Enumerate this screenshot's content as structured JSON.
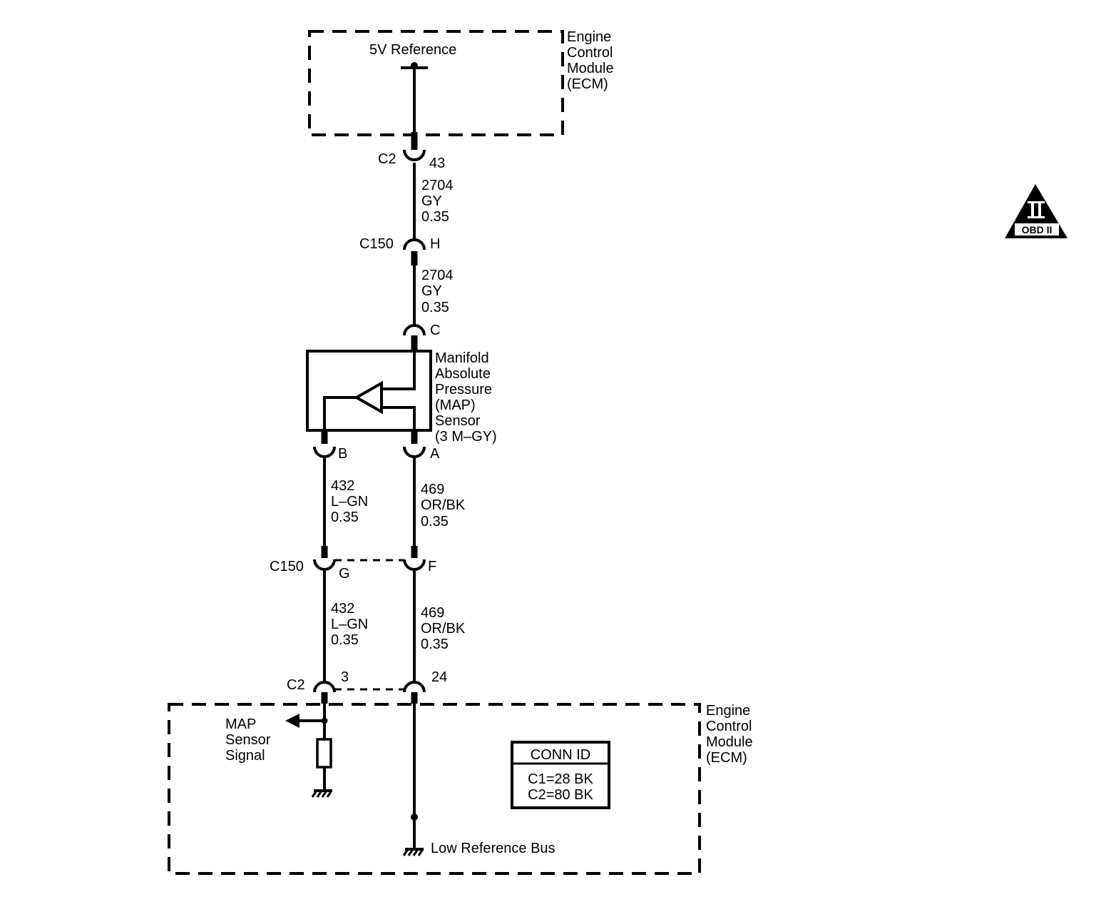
{
  "ecm_top": {
    "label_lines": [
      "Engine",
      "Control",
      "Module",
      "(ECM)"
    ],
    "ref_label": "5V Reference"
  },
  "ecm_bottom": {
    "label_lines": [
      "Engine",
      "Control",
      "Module",
      "(ECM)"
    ],
    "signal_label_lines": [
      "MAP",
      "Sensor",
      "Signal"
    ],
    "low_ref_label": "Low Reference Bus"
  },
  "conn_id": {
    "title": "CONN ID",
    "lines": [
      "C1=28 BK",
      "C2=80 BK"
    ]
  },
  "obd": {
    "numeral": "II",
    "label": "OBD II"
  },
  "connectors": {
    "c2_top": {
      "name": "C2",
      "pin": "43"
    },
    "c150_top": {
      "name": "C150",
      "pin": "H"
    },
    "sensor_c": {
      "pin": "C"
    },
    "sensor_b": {
      "pin": "B"
    },
    "sensor_a": {
      "pin": "A"
    },
    "c150_mid_left": {
      "name": "C150",
      "pin": "G"
    },
    "c150_mid_right": {
      "pin": "F"
    },
    "c2_bottom_left": {
      "name": "C2",
      "pin": "3"
    },
    "c2_bottom_right": {
      "pin": "24"
    }
  },
  "wires": {
    "w1": [
      "2704",
      "GY",
      "0.35"
    ],
    "w2": [
      "2704",
      "GY",
      "0.35"
    ],
    "w3": [
      "432",
      "L–GN",
      "0.35"
    ],
    "w4": [
      "469",
      "OR/BK",
      "0.35"
    ],
    "w5": [
      "432",
      "L–GN",
      "0.35"
    ],
    "w6": [
      "469",
      "OR/BK",
      "0.35"
    ]
  },
  "sensor": {
    "label_lines": [
      "Manifold",
      "Absolute",
      "Pressure",
      "(MAP)",
      "Sensor",
      "(3 M–GY)"
    ]
  }
}
